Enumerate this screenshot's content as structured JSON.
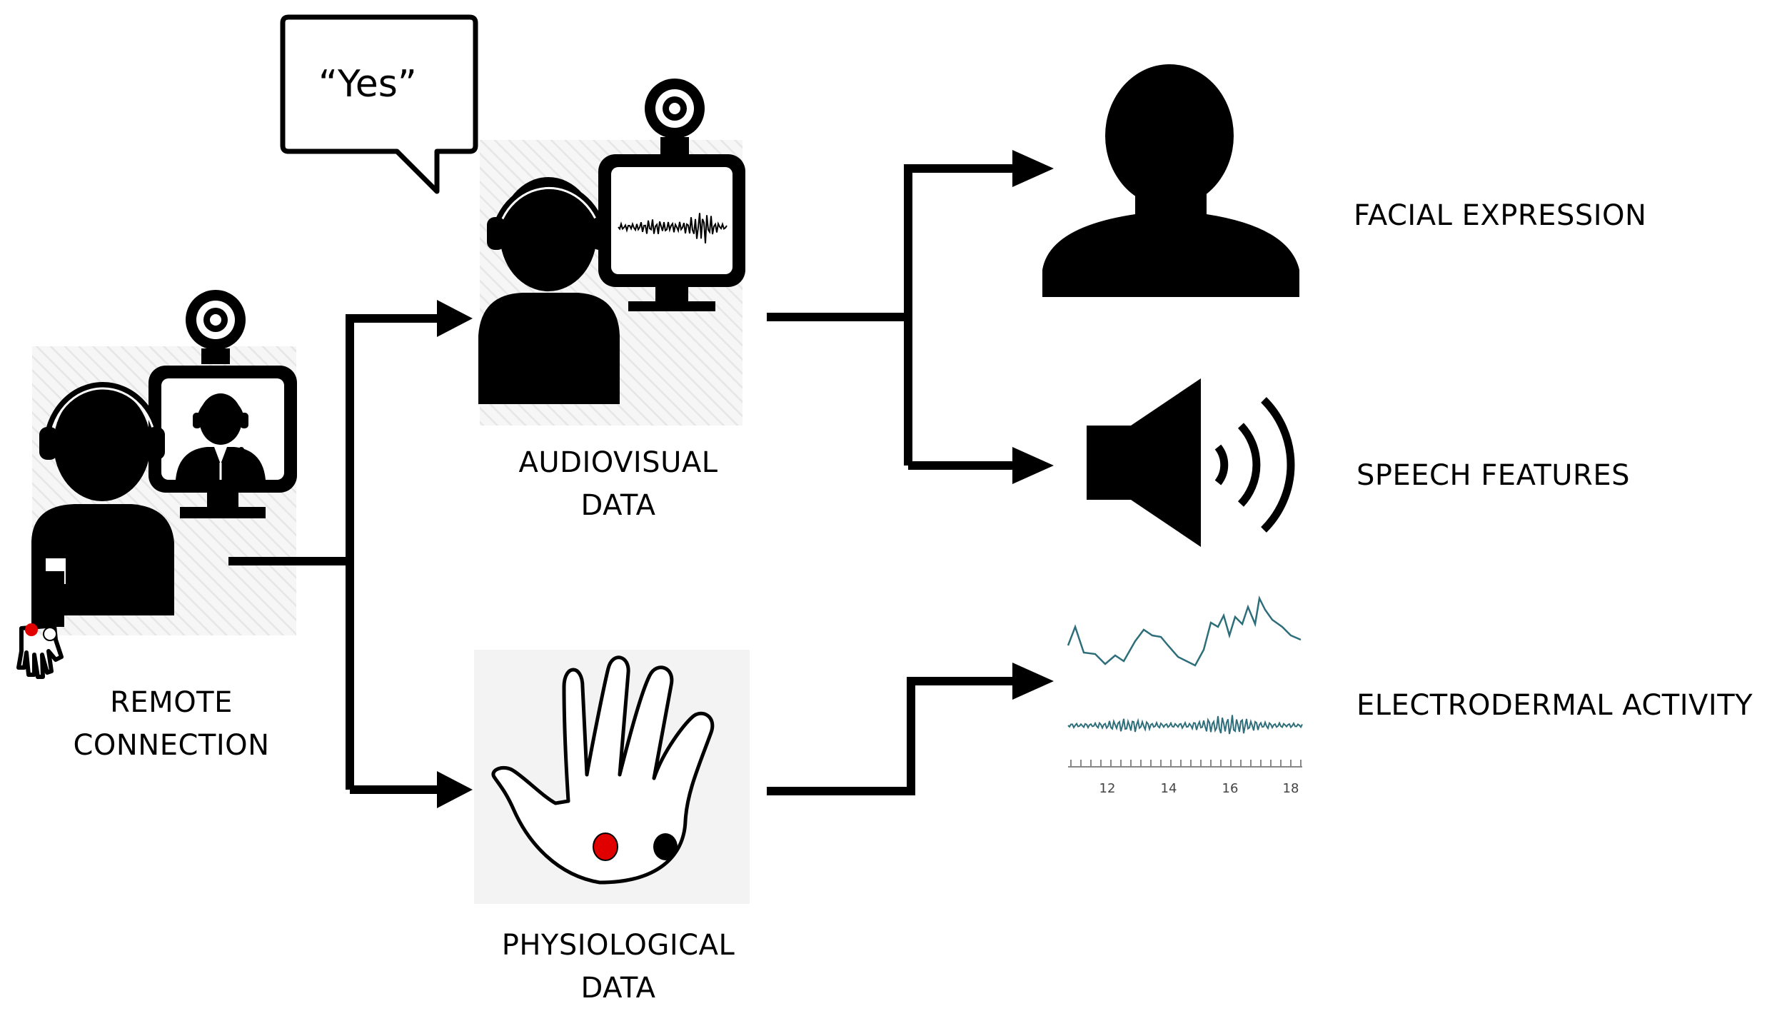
{
  "nodes": {
    "remote": {
      "line1": "REMOTE",
      "line2": "CONNECTION"
    },
    "audiovisual": {
      "line1": "AUDIOVISUAL",
      "line2": "DATA"
    },
    "physiological": {
      "line1": "PHYSIOLOGICAL",
      "line2": "DATA"
    },
    "facial": {
      "label": "FACIAL EXPRESSION"
    },
    "speech": {
      "label": "SPEECH FEATURES"
    },
    "eda": {
      "label": "ELECTRODERMAL ACTIVITY"
    }
  },
  "speech_bubble": {
    "text": "“Yes”"
  },
  "eda_axis": {
    "ticks": [
      "12",
      "14",
      "16",
      "18"
    ]
  },
  "colors": {
    "ink": "#000000",
    "signal": "#2e6e7a",
    "electrode_red": "#e00000",
    "hatch_bg": "#f1f1f1",
    "hand_bg": "#f3f3f3"
  }
}
